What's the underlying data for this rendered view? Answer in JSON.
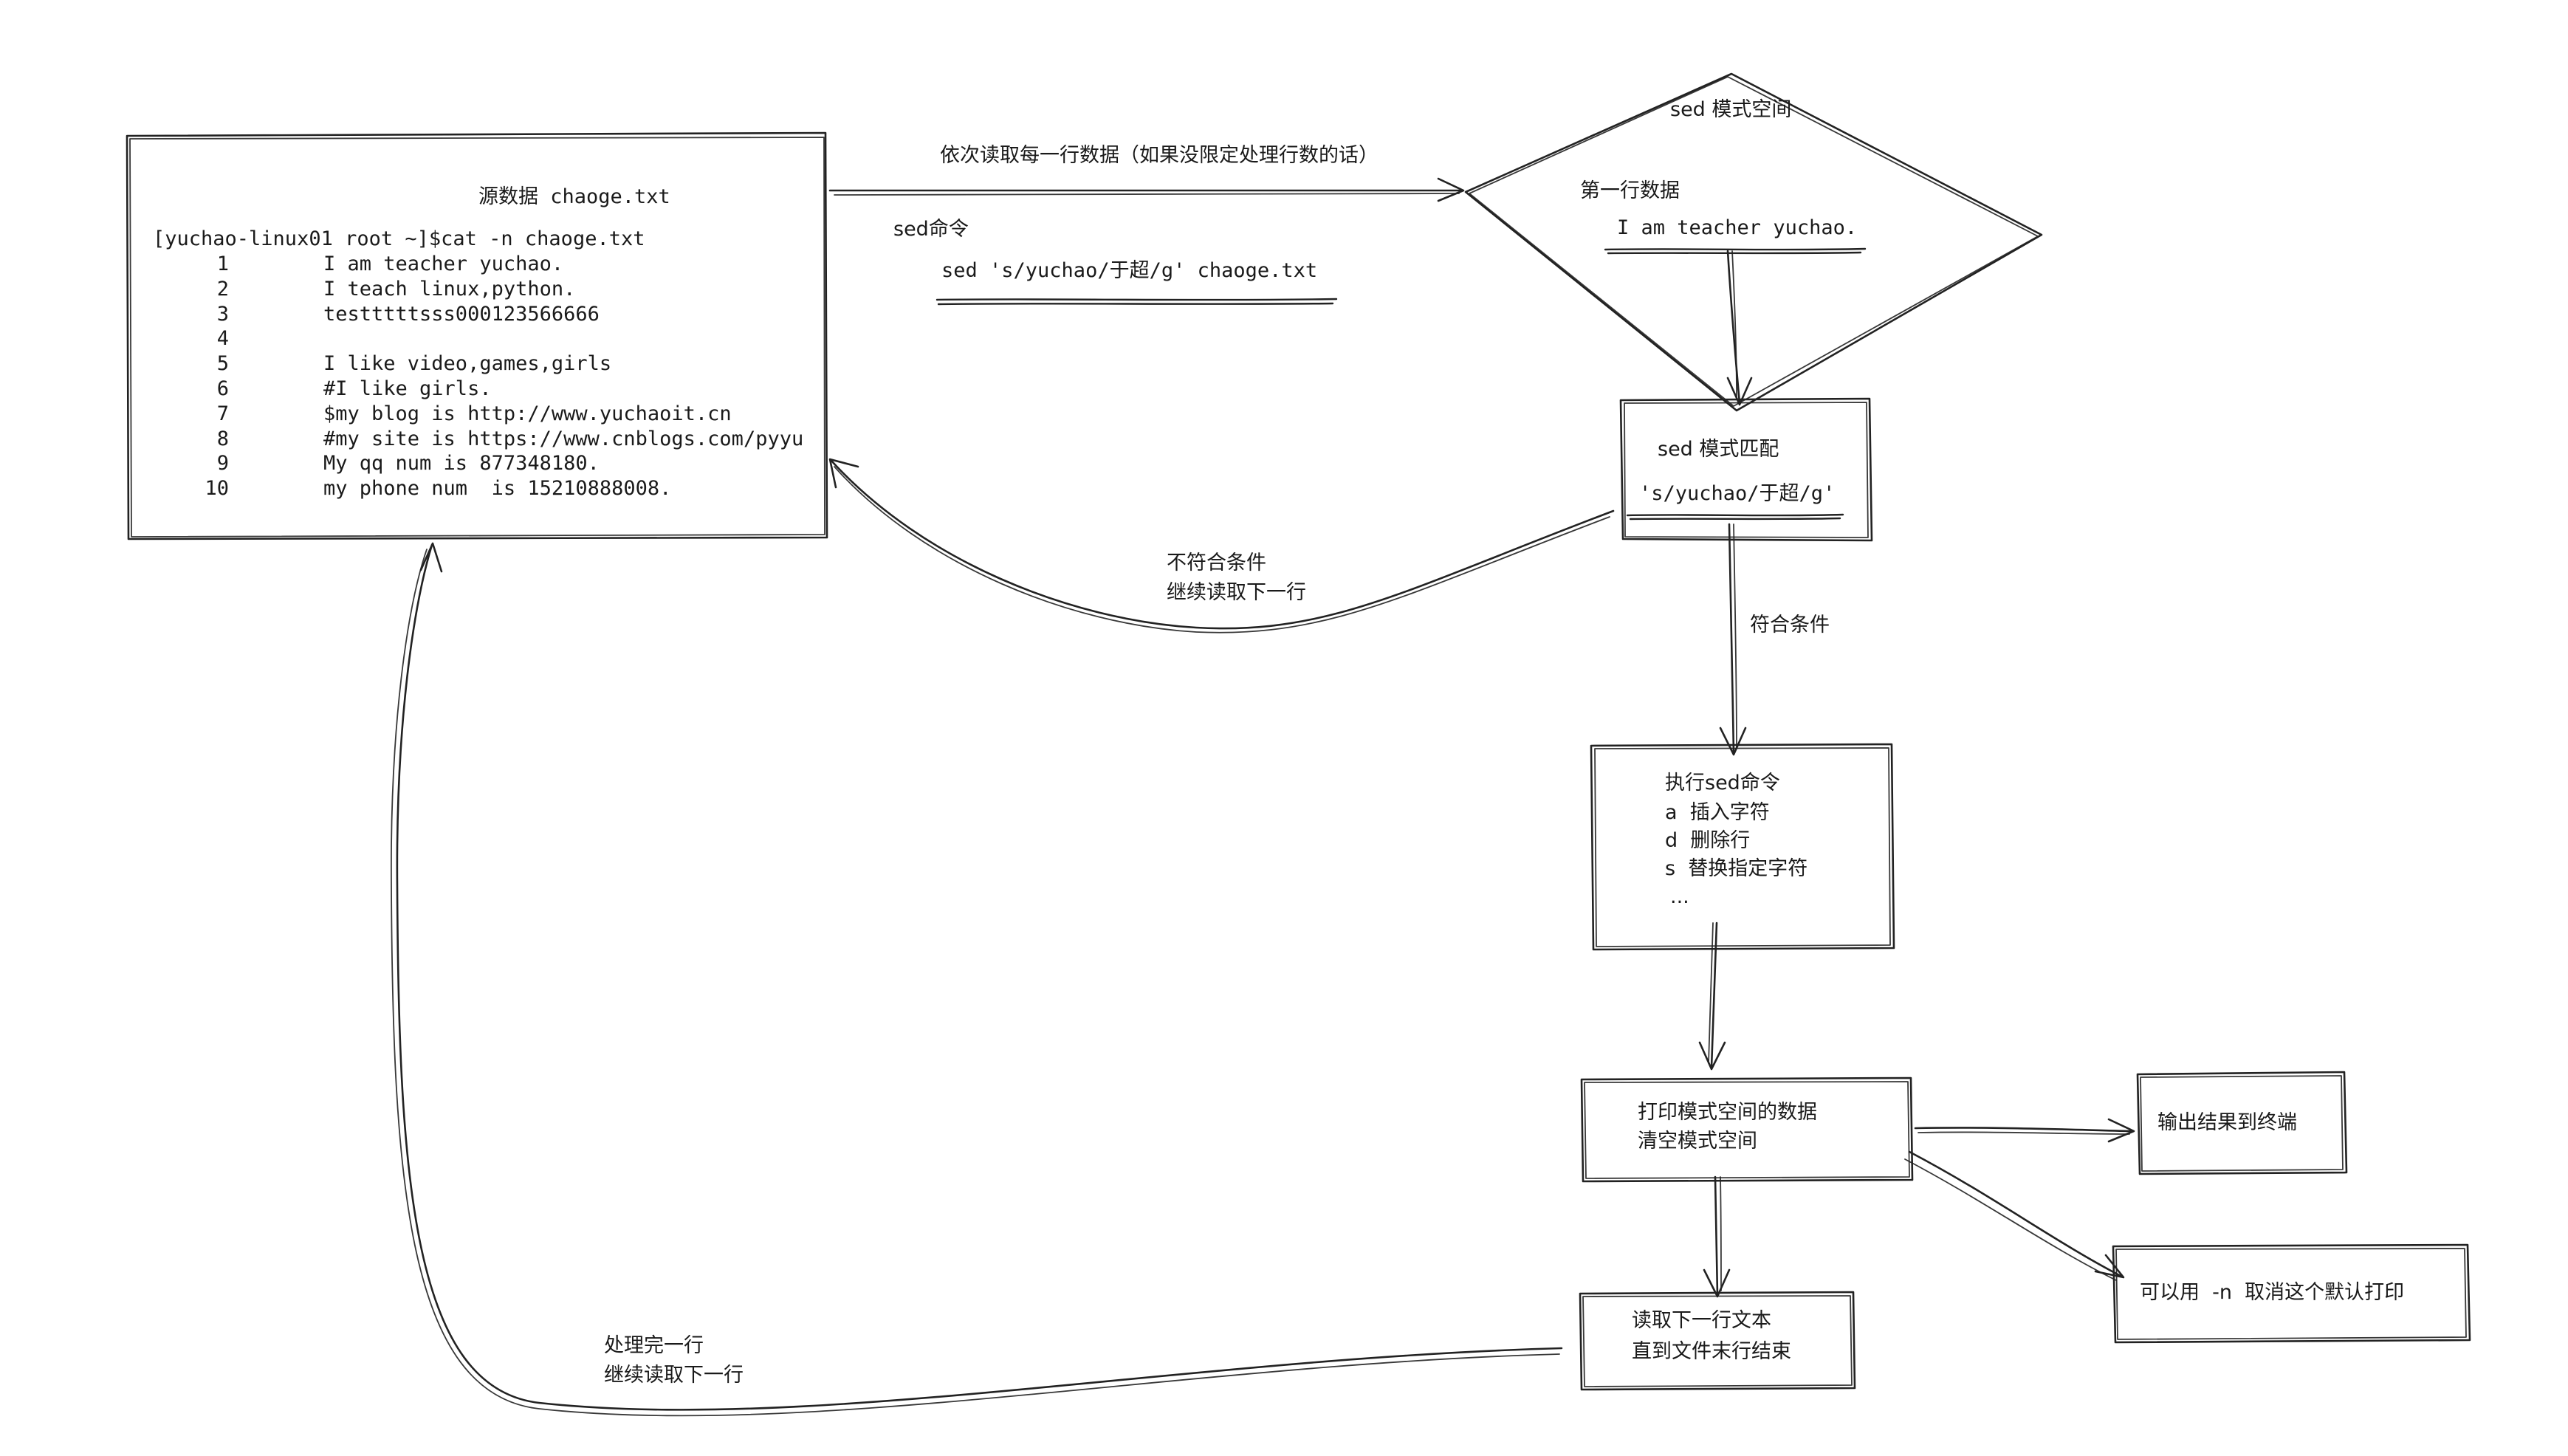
{
  "source": {
    "title": "源数据 chaoge.txt",
    "command": "[yuchao-linux01 root ~]$cat -n chaoge.txt",
    "lines": [
      {
        "num": "1",
        "text": "I am teacher yuchao."
      },
      {
        "num": "2",
        "text": "I teach linux,python."
      },
      {
        "num": "3",
        "text": "testttttsss000123566666"
      },
      {
        "num": "4",
        "text": ""
      },
      {
        "num": "5",
        "text": "I like video,games,girls"
      },
      {
        "num": "6",
        "text": "#I like girls."
      },
      {
        "num": "7",
        "text": "$my blog is http://www.yuchaoit.cn"
      },
      {
        "num": "8",
        "text": "#my site is https://www.cnblogs.com/pyyu"
      },
      {
        "num": "9",
        "text": "My qq num is 877348180."
      },
      {
        "num": "10",
        "text": "my phone num  is 15210888008."
      }
    ]
  },
  "edges": {
    "read_line": "依次读取每一行数据（如果没限定处理行数的话）",
    "sed_cmd_label": "sed命令",
    "sed_cmd": "sed 's/yuchao/于超/g' chaoge.txt",
    "not_match_1": "不符合条件",
    "not_match_2": "继续读取下一行",
    "match": "符合条件",
    "done_1": "处理完一行",
    "done_2": "继续读取下一行"
  },
  "pattern_space": {
    "title": "sed 模式空间",
    "first_line_label": "第一行数据",
    "first_line": "I am teacher yuchao."
  },
  "match_box": {
    "title": "sed 模式匹配",
    "expr": "'s/yuchao/于超/g'"
  },
  "exec_box": {
    "title": "执行sed命令",
    "a": "a  插入字符",
    "d": "d  删除行",
    "s": "s  替换指定字符",
    "more": "..."
  },
  "print_box": {
    "line1": "打印模式空间的数据",
    "line2": "清空模式空间"
  },
  "next_box": {
    "line1": "读取下一行文本",
    "line2": "直到文件末行结束"
  },
  "output_box": {
    "text": "输出结果到终端"
  },
  "option_box": {
    "text": "可以用  -n  取消这个默认打印"
  }
}
